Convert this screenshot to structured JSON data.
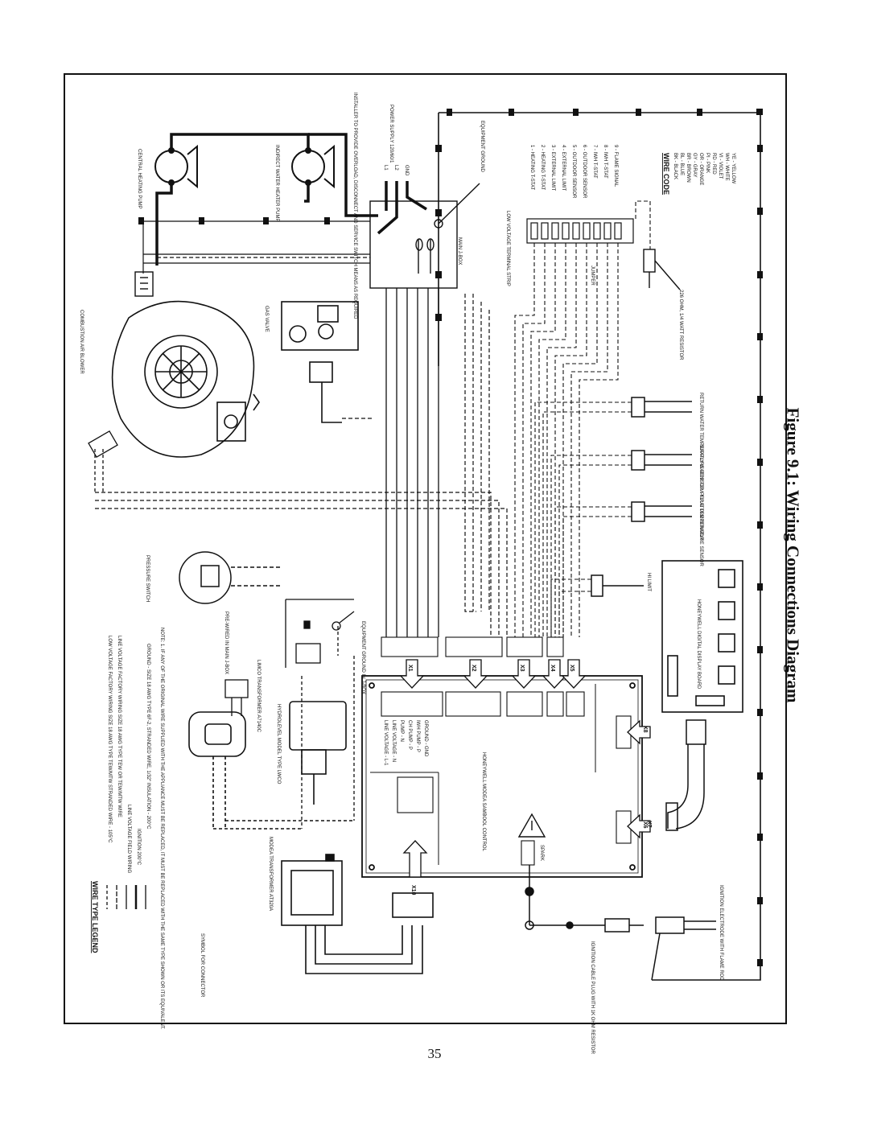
{
  "caption": "Figure 9.1: Wiring Connections Diagram",
  "page_number": "35",
  "components": {
    "central_heating_pump": "CENTRAL HEATING PUMP",
    "indirect_water_heater_pump": "INDIRECT WATER HEATER PUMP",
    "installer_note": "INSTALLER TO PROVIDE OVERLOAD, DISCONNECT AND SERVICE SWITCH MEANS AS REQUIRED",
    "power_supply": "POWER SUPPLY 120/60/1",
    "power_terms": [
      "L1",
      "L2",
      "GND"
    ],
    "equipment_ground": "EQUIPMENT GROUND",
    "main_jbox": "MAIN J-BOX",
    "combustion_air_blower": "COMBUSTION AIR BLOWER",
    "gas_valve": "GAS VALVE",
    "low_voltage_strip": "LOW VOLTAGE TERMINAL STRIP",
    "jumper": "JUMPER",
    "resistor": "226 OHM, 1/4 WATT RESISTOR",
    "return_sensor": "RETURN WATER TEMPERATURE SENSOR",
    "supply_sensor": "SUPPLY WATER TEMPERATURE SENSOR",
    "flue_sensor": "FLUE TEMPERATURE SENSOR",
    "hi_limit": "HI LIMIT",
    "pressure_switch": "PRESSURE SWITCH",
    "display_board": "HONEYWELL DIGITAL DISPLAY BOARD",
    "control": "HONEYWELL MODEA SAMBOOL CONTROL",
    "pre_wired": "PRE-WIRED IN MAIN J-BOX",
    "equipment_ground_jbox": "EQUIPMENT GROUND IN J-BOX",
    "transformer": "LIMCO TRANSFORMER A7140C",
    "hydrolevel": "HYDROLEVEL MODEL TYPE LWCO",
    "modea_transformer": "MODEA TRANSFORMER AT320A",
    "spark": "SPARK",
    "ignition_cable": "IGNITION CABLE PLUG WITH 1K OHM RESISTOR",
    "ignition_electrode": "IGNITION ELECTRODE WITH FLAME ROD"
  },
  "terminal_labels": [
    "1 - HEATING T-STAT",
    "2 - HEATING T-STAT",
    "3 - EXTERNAL LIMIT",
    "4 - EXTERNAL LIMIT",
    "5 - OUTDOOR SENSOR",
    "6 - OUTDOOR SENSOR",
    "7 - IWH T-STAT",
    "8 - IWH T-STAT",
    "9 - FLAME SIGNAL"
  ],
  "connectors": [
    "X1",
    "X2",
    "X3",
    "X4",
    "X5",
    "X6",
    "X7",
    "X8",
    "X10"
  ],
  "control_terminal_labels": [
    "LINE VOLTAGE - L-1",
    "LINE VOLTAGE - N",
    "PUMP - N",
    "CH PUMP - P",
    "IWH PUMP - P",
    "GROUND - GND"
  ],
  "wire_code": {
    "title": "WIRE CODE",
    "entries": [
      "BK - BLACK",
      "BL - BLUE",
      "BR - BROWN",
      "GY - GRAY",
      "OR - ORANGE",
      "PI - PINK",
      "RD - RED",
      "VI - VIOLET",
      "WH - WHITE",
      "YE - YELLOW"
    ]
  },
  "wire_legend": {
    "title": "WIRE TYPE LEGEND",
    "entries": [
      "LOW VOLTAGE FACTORY WIRING SIZE 18 AWG TYPE TEW/MTW STRANDED WIRE - 105°C",
      "LINE VOLTAGE FACTORY WIRING SIZE 18 AWG TYPE TEW OR TEW/MTW WIRE",
      "LINE VOLTAGE FIELD WIRING",
      "IGNITION 200°C",
      "GROUND - SIZE 18 AWG TYPE 6F-2, STRANDED WIRE, 1/32\" INSULATION - 200°C"
    ],
    "symbol_note": "SYMBOL FOR CONNECTOR"
  },
  "note": "NOTE: 1. IF ANY OF THE ORIGINAL WIRE SUPPLIED WITH THE APPLIANCE MUST BE REPLACED, IT MUST BE REPLACED WITH THE SAME TYPE SHOWN OR ITS EQUIVALENT."
}
